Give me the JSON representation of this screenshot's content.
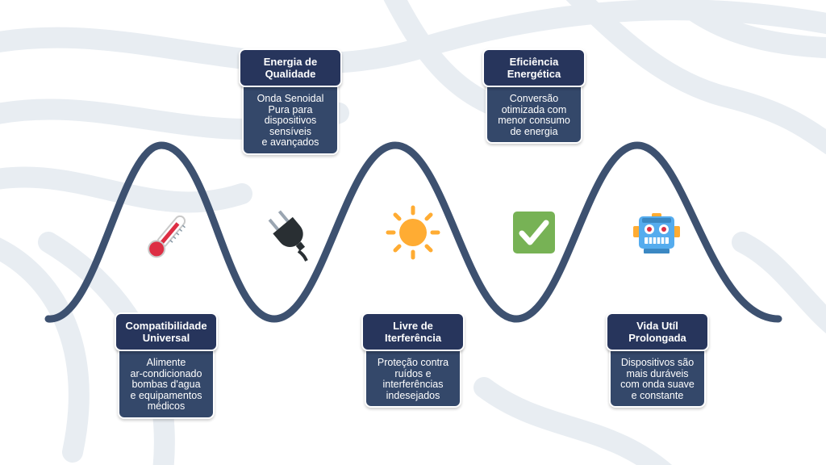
{
  "colors": {
    "wave": "#3d5170",
    "card_header": "#27355c",
    "card_body": "#34486a",
    "background_pattern": "#e8edf2"
  },
  "cards": [
    {
      "title": "Energia de\nQualidade",
      "text": "Onda Senoidal\nPura para\ndispositivos\nsensíveis\ne avançados"
    },
    {
      "title": "Eficiência\nEnergética",
      "text": "Conversão\notimizada com\nmenor consumo\nde energia"
    },
    {
      "title": "Compatibilidade\nUniversal",
      "text": "Alimente\nar-condicionado\nbombas d'agua\ne equipamentos\nmédicos"
    },
    {
      "title": "Livre de\nIterferência",
      "text": "Proteção contra\nruídos e\ninterferências\nindesejados"
    },
    {
      "title": "Vida Utíl\nProlongada",
      "text": "Dispositivos são\nmais duráveis\ncom onda suave\ne constante"
    }
  ],
  "icons": [
    "thermometer-icon",
    "plug-icon",
    "sun-icon",
    "checkmark-icon",
    "robot-icon"
  ]
}
